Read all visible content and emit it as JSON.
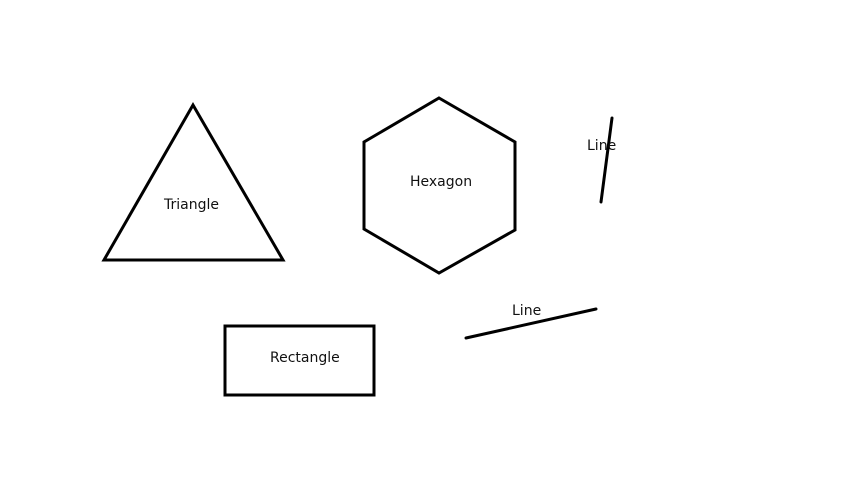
{
  "canvas": {
    "background": "#ffffff",
    "stroke_color": "#000000"
  },
  "shapes": {
    "triangle": {
      "label": "Triangle"
    },
    "hexagon": {
      "label": "Hexagon"
    },
    "rectangle": {
      "label": "Rectangle"
    },
    "line_vertical": {
      "label": "Line"
    },
    "line_horizontal": {
      "label": "Line"
    }
  }
}
